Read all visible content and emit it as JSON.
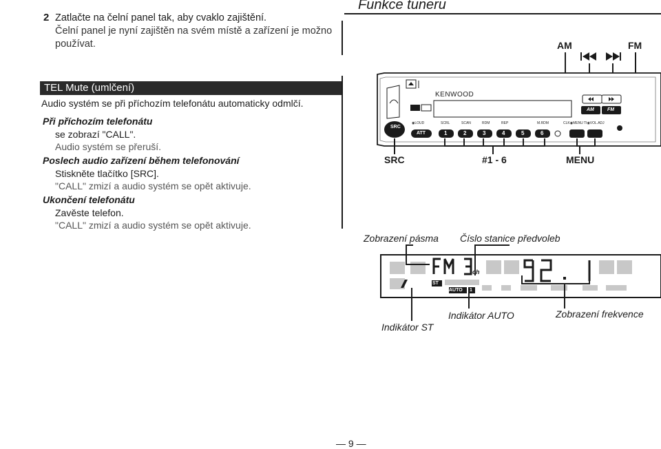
{
  "header": {
    "title": "Funkce tuneru"
  },
  "step2": {
    "number": "2",
    "line1": "Zatlačte na čelní panel tak, aby cvaklo zajištění.",
    "line2": "Čelní panel je nyní zajištěn na svém místě a zařízení je možno",
    "line3": "používat."
  },
  "tel": {
    "title": "TEL Mute (umlčení)",
    "intro": "Audio systém se při příchozím telefonátu automaticky odmlčí.",
    "sections": [
      {
        "heading": "Při příchozím telefonátu",
        "lines": [
          "se zobrazí \"CALL\".",
          "Audio systém se přeruší."
        ]
      },
      {
        "heading": "Poslech audio zařízení během telefonování",
        "lines": [
          "Stiskněte tlačítko [SRC].",
          "\"CALL\" zmizí a audio systém se opět aktivuje."
        ]
      },
      {
        "heading": "Ukončení telefonátu",
        "lines": [
          "Zavěste telefon.",
          "\"CALL\" zmizí a audio systém se opět aktivuje."
        ]
      }
    ]
  },
  "device": {
    "top_labels": {
      "am": "AM",
      "fm": "FM"
    },
    "brand": "KENWOOD",
    "panel_buttons": {
      "src": "SRC",
      "att": "ATT",
      "presets": [
        "1",
        "2",
        "3",
        "4",
        "5",
        "6"
      ],
      "am": "AM",
      "fm": "FM"
    },
    "bottom_labels": {
      "src": "SRC",
      "presets": "#1 - 6",
      "menu": "MENU"
    }
  },
  "display": {
    "labels": {
      "band": "Zobrazení pásma",
      "preset": "Číslo stanice předvoleb",
      "st": "Indikátor ST",
      "auto": "Indikátor AUTO",
      "freq": "Zobrazení frekvence"
    },
    "band_text": "FM",
    "preset_number": "3",
    "ch": "ch",
    "frequency": "92.1",
    "st": "ST",
    "auto": "AUTO",
    "auto_num": "1"
  },
  "footer": {
    "page": "— 9 —"
  }
}
